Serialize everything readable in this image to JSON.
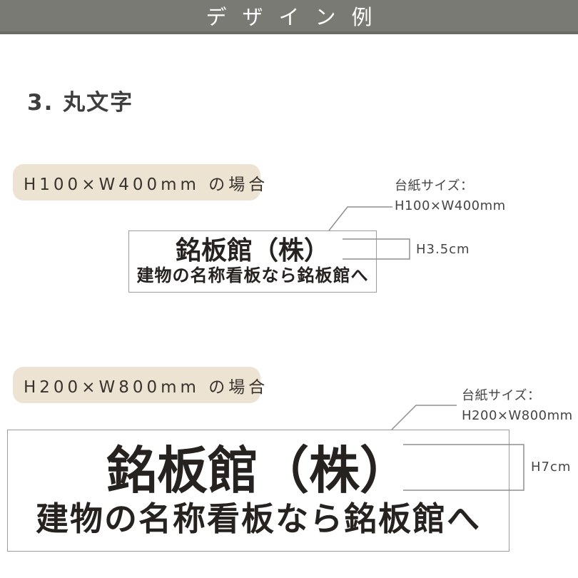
{
  "header": {
    "title": "デザイン例"
  },
  "section": {
    "heading": "3. 丸文字"
  },
  "examples": [
    {
      "case_label": "H100×W400mm の場合",
      "mount_title": "台紙サイズ：",
      "mount_size": "H100×W400mm",
      "text_height_label": "H3.5cm",
      "sign_line1": "銘板館（株）",
      "sign_line2": "建物の名称看板なら銘板館へ"
    },
    {
      "case_label": "H200×W800mm の場合",
      "mount_title": "台紙サイズ：",
      "mount_size": "H200×W800mm",
      "text_height_label": "H7cm",
      "sign_line1": "銘板館（株）",
      "sign_line2": "建物の名称看板なら銘板館へ"
    }
  ],
  "colors": {
    "header_bg": "#797a74",
    "header_border": "#696a64",
    "header_text": "#ffffff",
    "pill_bg": "#ece3d3",
    "pill_text": "#38332d",
    "sign_border": "#9c9c9c",
    "sign_text": "#262220",
    "annotation_text": "#454545",
    "leader_line": "#8f8f8f",
    "heading_text": "#3e3e3e"
  }
}
